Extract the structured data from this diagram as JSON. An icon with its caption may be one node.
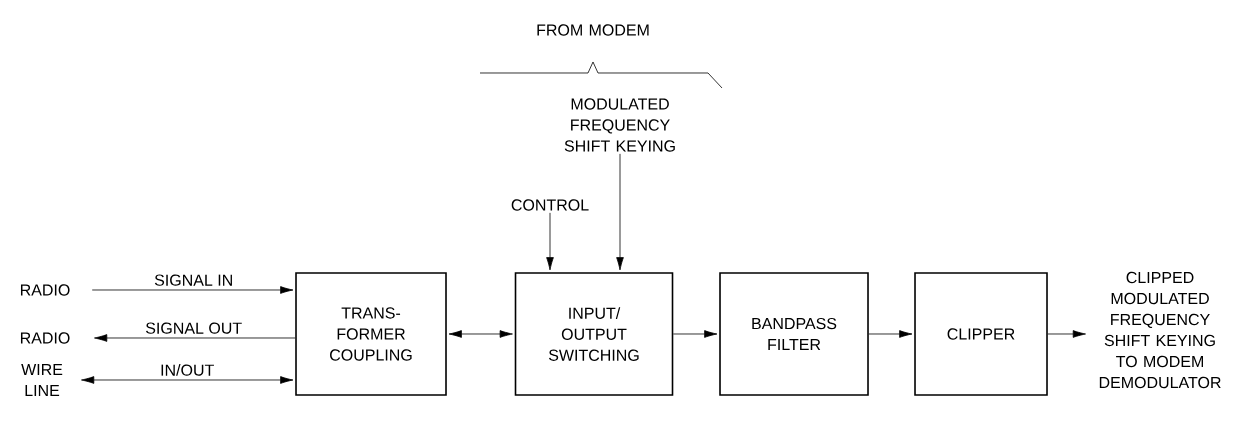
{
  "diagram": {
    "nodes": [
      {
        "text": [
          "MODULATED FREQUENCY SHIFT KEYING"
        ]
      },
      {
        "text": [
          "CONTROL"
        ]
      },
      {
        "text": [
          "RADIO"
        ]
      },
      {
        "text": [
          "RADIO"
        ]
      },
      {
        "text": [
          "WIRE LINE"
        ]
      },
      {
        "text": [
          "TRANS- FORMER COUPLING"
        ]
      },
      {
        "text": [
          "INPUT/ OUTPUT SWITCHING"
        ]
      },
      {
        "text": [
          "BANDPASS FILTER"
        ]
      },
      {
        "text": [
          "CLIPPER"
        ]
      },
      {
        "text": [
          "CLIPPED MODULATED FREQUENCY SHIFT KEYING TO MODEM DEMODULATOR"
        ]
      }
    ],
    "edges": [
      {
        "from": 2,
        "to": 5,
        "arrow": "to",
        "label": "SIGNAL IN"
      },
      {
        "from": 5,
        "to": 3,
        "arrow": "to",
        "label": "SIGNAL OUT"
      },
      {
        "from": 4,
        "to": 5,
        "arrow": "both",
        "label": "IN/OUT"
      },
      {
        "from": 5,
        "to": 6,
        "arrow": "both"
      },
      {
        "from": 1,
        "to": 6,
        "arrow": "to"
      },
      {
        "from": 0,
        "to": 6,
        "arrow": "to"
      },
      {
        "from": 6,
        "to": 7,
        "arrow": "to"
      },
      {
        "from": 7,
        "to": 8,
        "arrow": "to"
      },
      {
        "from": 8,
        "to": 9,
        "arrow": "to"
      }
    ],
    "labels": [
      "FROM MODEM"
    ]
  }
}
